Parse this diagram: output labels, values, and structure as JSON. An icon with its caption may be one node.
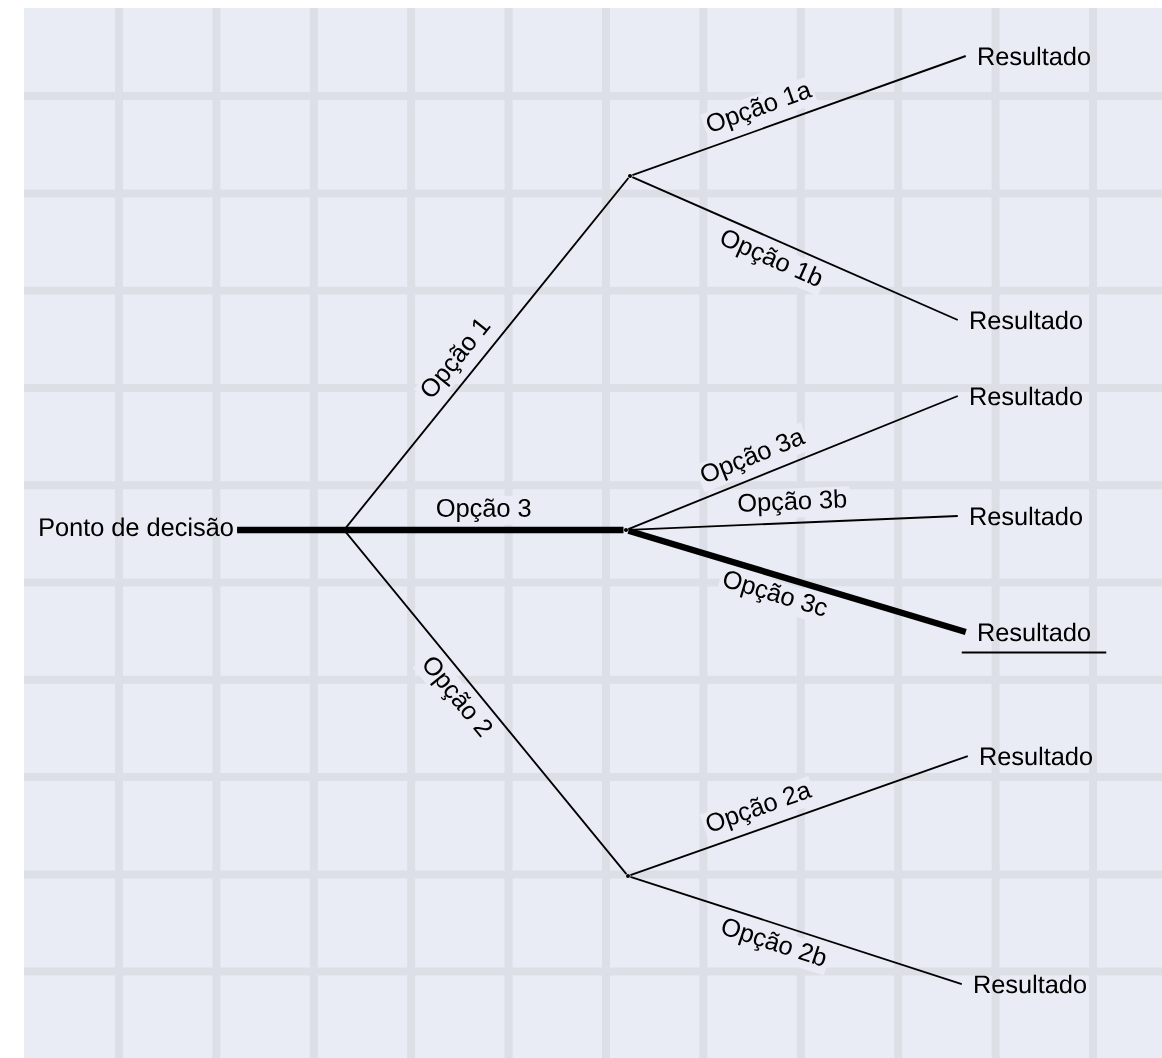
{
  "diagram": {
    "nodes": [
      {
        "text": [
          "Ponto de decisão"
        ]
      },
      {
        "text": [],
        "shape": "point"
      },
      {
        "text": [
          "Resultado"
        ]
      },
      {
        "text": [
          "Resultado"
        ]
      },
      {
        "text": [],
        "shape": "point"
      },
      {
        "text": [
          "Resultado"
        ]
      },
      {
        "text": [
          "Resultado"
        ]
      },
      {
        "text": [
          "Resultado"
        ]
      },
      {
        "text": [],
        "shape": "point"
      },
      {
        "text": [
          "Resultado"
        ]
      },
      {
        "text": [
          "Resultado"
        ]
      }
    ],
    "edges": [
      {
        "from": 0,
        "to": 1,
        "arrow": "none",
        "label": "Opção 1"
      },
      {
        "from": 0,
        "to": 4,
        "arrow": "none",
        "label": "Opção 3",
        "style": "thick"
      },
      {
        "from": 0,
        "to": 8,
        "arrow": "none",
        "label": "Opção 2"
      },
      {
        "from": 1,
        "to": 2,
        "arrow": "none",
        "label": "Opção 1a"
      },
      {
        "from": 1,
        "to": 3,
        "arrow": "none",
        "label": "Opção 1b"
      },
      {
        "from": 4,
        "to": 5,
        "arrow": "none",
        "label": "Opção 3a"
      },
      {
        "from": 4,
        "to": 6,
        "arrow": "none",
        "label": "Opção 3b"
      },
      {
        "from": 4,
        "to": 7,
        "arrow": "none",
        "label": "Opção 3c",
        "style": "thick"
      },
      {
        "from": 8,
        "to": 9,
        "arrow": "none",
        "label": "Opção 2a"
      },
      {
        "from": 8,
        "to": 10,
        "arrow": "none",
        "label": "Opção 2b"
      }
    ]
  }
}
